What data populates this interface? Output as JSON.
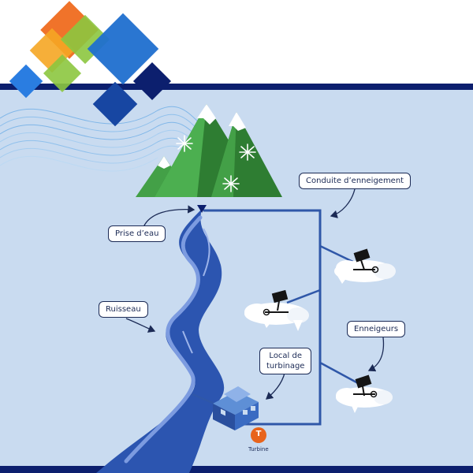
{
  "labels": {
    "conduite": "Conduite d’enneigement",
    "prise": "Prise d’eau",
    "ruisseau": "Ruisseau",
    "enneigeurs": "Enneigeurs",
    "local_line1": "Local de",
    "local_line2": "turbinage",
    "turbine_caption": "Turbine",
    "turbine_letter": "T"
  },
  "colors": {
    "panel": "#c9dbf0",
    "navy": "#0c1f6e",
    "river": "#2c55b0",
    "river_light": "#7c9be0",
    "pipe": "#2f57a8",
    "mountain_dark": "#2e7d32",
    "mountain_light": "#4caf50",
    "turbine": "#e8641c"
  },
  "icons": [
    "snowflake-icon",
    "snow-cannon-icon",
    "turbine-house-icon",
    "intake-marker-icon"
  ]
}
